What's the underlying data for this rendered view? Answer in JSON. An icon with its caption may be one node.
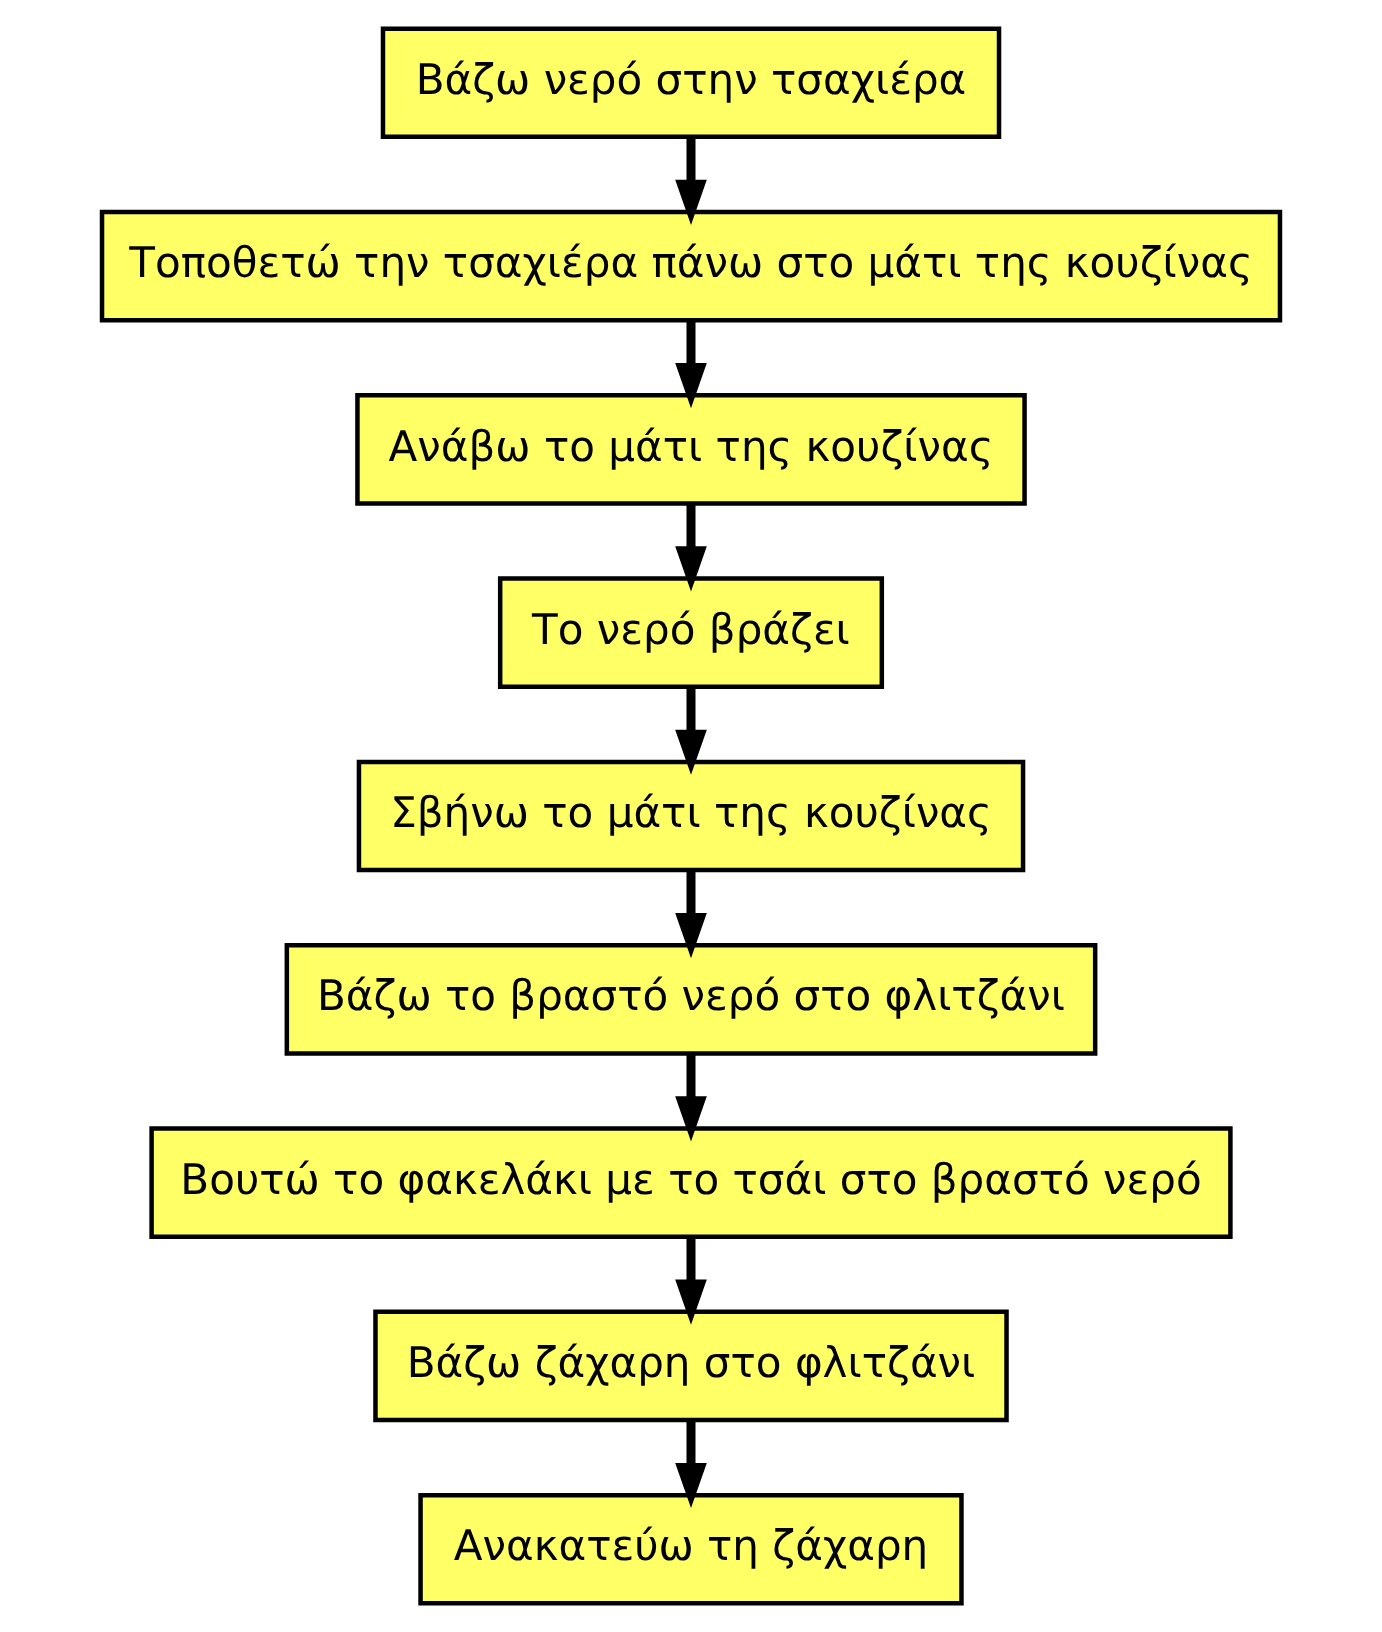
{
  "diagram": {
    "nodes": [
      {
        "text": [
          "Βάζω νερό στην τσαχιέρα"
        ]
      },
      {
        "text": [
          "Τοποθετώ την τσαχιέρα πάνω στο μάτι της κουζίνας"
        ]
      },
      {
        "text": [
          "Ανάβω το μάτι της κουζίνας"
        ]
      },
      {
        "text": [
          "Το νερό βράζει"
        ]
      },
      {
        "text": [
          "Σβήνω το μάτι της κουζίνας"
        ]
      },
      {
        "text": [
          "Βάζω το βραστό νερό στο φλιτζάνι"
        ]
      },
      {
        "text": [
          "Βουτώ το φακελάκι με το τσάι στο βραστό νερό"
        ]
      },
      {
        "text": [
          "Βάζω ζάχαρη στο φλιτζάνι"
        ]
      },
      {
        "text": [
          "Ανακατεύω τη ζάχαρη"
        ]
      }
    ],
    "edges": [
      {
        "from": 0,
        "to": 1,
        "arrow": "to"
      },
      {
        "from": 1,
        "to": 2,
        "arrow": "to"
      },
      {
        "from": 2,
        "to": 3,
        "arrow": "to"
      },
      {
        "from": 3,
        "to": 4,
        "arrow": "to"
      },
      {
        "from": 4,
        "to": 5,
        "arrow": "to"
      },
      {
        "from": 5,
        "to": 6,
        "arrow": "to"
      },
      {
        "from": 6,
        "to": 7,
        "arrow": "to"
      },
      {
        "from": 7,
        "to": 8,
        "arrow": "to"
      }
    ]
  }
}
